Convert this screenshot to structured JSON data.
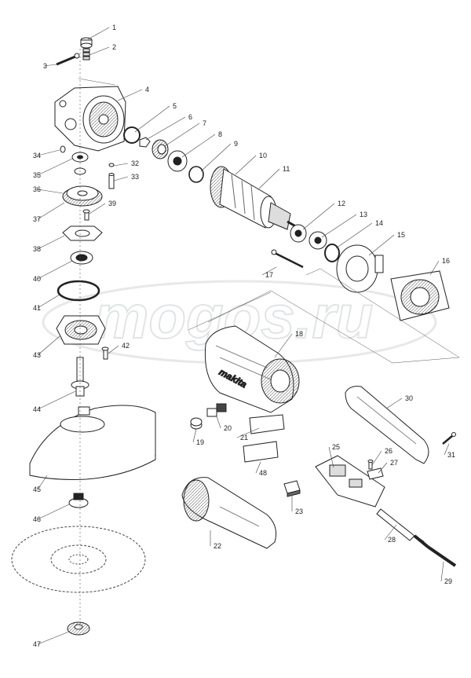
{
  "diagram": {
    "watermark": "mogos.ru",
    "brand_on_motor_housing": "makita",
    "callout_numbers": [
      "1",
      "2",
      "3",
      "4",
      "5",
      "6",
      "7",
      "8",
      "9",
      "10",
      "11",
      "12",
      "13",
      "14",
      "15",
      "16",
      "17",
      "18",
      "19",
      "20",
      "21",
      "22",
      "23",
      "25",
      "26",
      "27",
      "28",
      "29",
      "30",
      "31",
      "32",
      "33",
      "34",
      "35",
      "36",
      "37",
      "38",
      "39",
      "40",
      "41",
      "42",
      "43",
      "44",
      "45",
      "46",
      "47",
      "48"
    ]
  }
}
